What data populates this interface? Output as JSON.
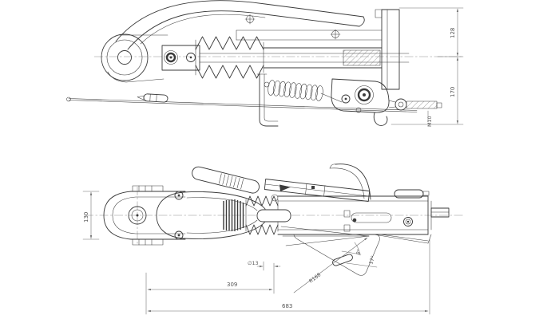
{
  "colors": {
    "background": "#ffffff",
    "line": "#3a3a3a",
    "dim": "#6b6b6b",
    "centerline": "#8f8f8f",
    "dark_fill": "#3c3c3c"
  },
  "dimensions": {
    "side_view": {
      "overall_height_upper": "128",
      "overall_height_lower": "170",
      "thread": "M10"
    },
    "plan_view": {
      "head_width": "130",
      "hole_diameter": "∅13",
      "lever_angle_small": "8°",
      "lever_angle_large": "17°",
      "lever_radius": "R168",
      "length_to_hole": "309",
      "overall_length": "683"
    }
  }
}
